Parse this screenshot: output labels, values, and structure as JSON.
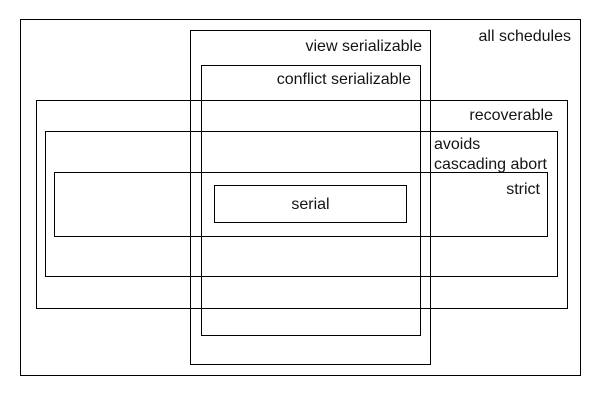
{
  "diagram": {
    "background_color": "#ffffff",
    "line_color": "#000000",
    "text_color": "#141414",
    "boxes": [
      {
        "id": "all_schedules",
        "label": "all schedules"
      },
      {
        "id": "view_serializable",
        "label": "view serializable"
      },
      {
        "id": "conflict_serializable",
        "label": "conflict serializable"
      },
      {
        "id": "recoverable",
        "label": "recoverable"
      },
      {
        "id": "avoids_cascading_abort",
        "label": "avoids cascading abort",
        "label_lines": [
          "avoids",
          "cascading abort"
        ]
      },
      {
        "id": "strict",
        "label": "strict"
      },
      {
        "id": "serial",
        "label": "serial"
      }
    ]
  }
}
